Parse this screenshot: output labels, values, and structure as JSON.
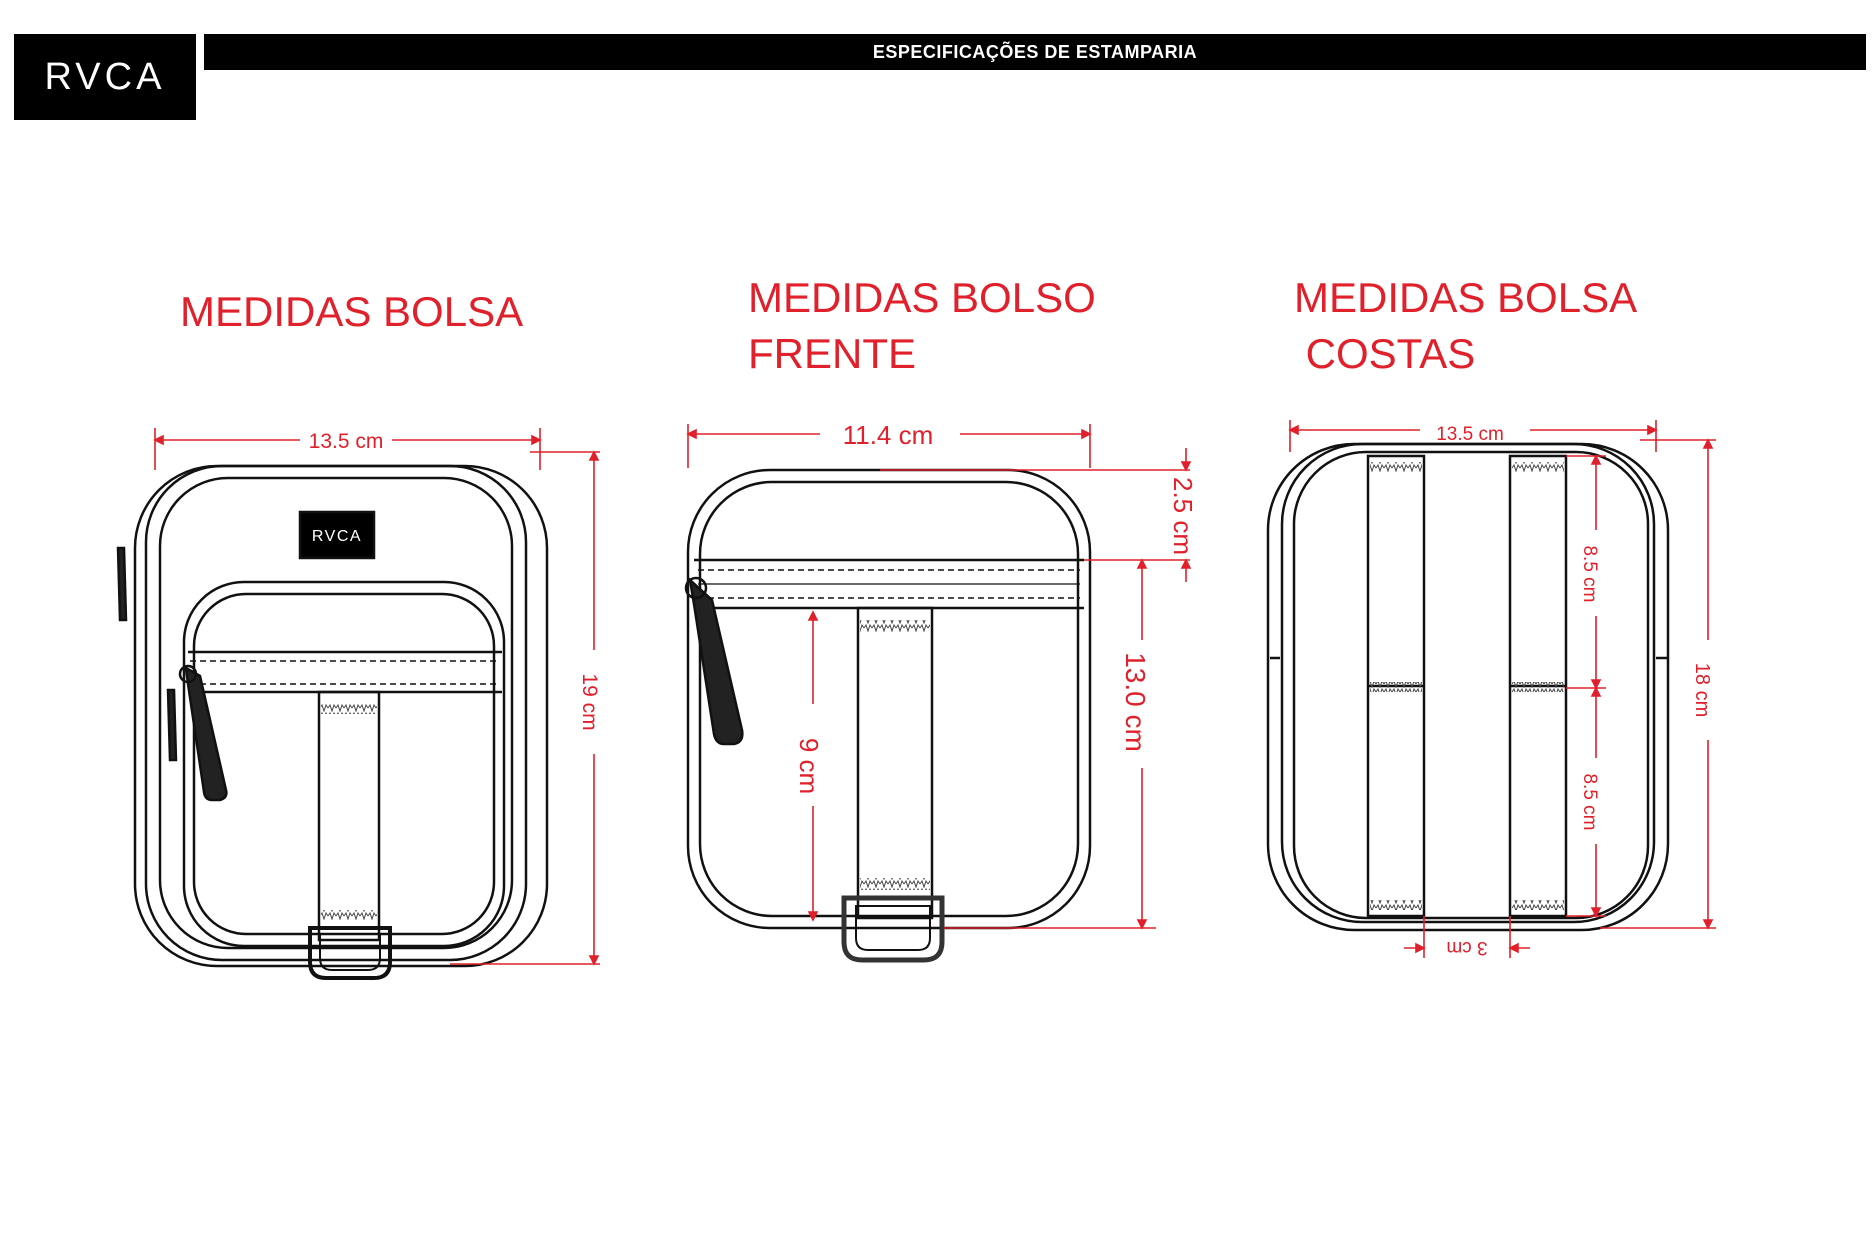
{
  "header": {
    "logo_text": "RVCA",
    "title": "ESPECIFICAÇÕES DE ESTAMPARIA"
  },
  "colors": {
    "dimension_red": "#e0202a",
    "outline": "#000000",
    "background": "#ffffff"
  },
  "sections": [
    {
      "title_lines": [
        "MEDIDAS BOLSA"
      ],
      "dimensions": {
        "width": "13.5 cm",
        "height": "19 cm"
      },
      "patch_logo": "RVCA"
    },
    {
      "title_lines": [
        "MEDIDAS BOLSO",
        "FRENTE"
      ],
      "dimensions": {
        "width": "11.4 cm",
        "zipper_band": "2.5 cm",
        "height": "13.0 cm",
        "strap": "9 cm"
      }
    },
    {
      "title_lines": [
        "MEDIDAS BOLSA",
        " COSTAS"
      ],
      "dimensions": {
        "width": "13.5 cm",
        "height": "18 cm",
        "strap_upper": "8.5 cm",
        "strap_lower": "8.5 cm",
        "gap": "3 cm"
      }
    }
  ]
}
